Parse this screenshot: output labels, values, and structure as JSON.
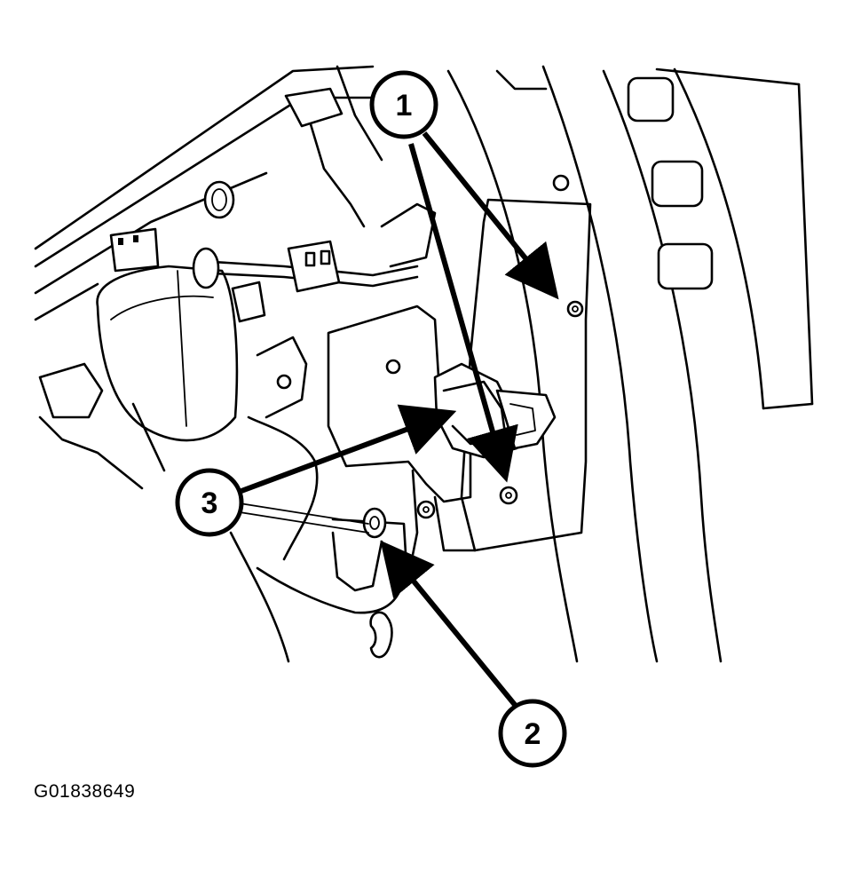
{
  "figure": {
    "id_label": "G01838649",
    "colors": {
      "line": "#000000",
      "background": "#ffffff"
    }
  },
  "callouts": [
    {
      "number": "1"
    },
    {
      "number": "2"
    },
    {
      "number": "3"
    }
  ]
}
